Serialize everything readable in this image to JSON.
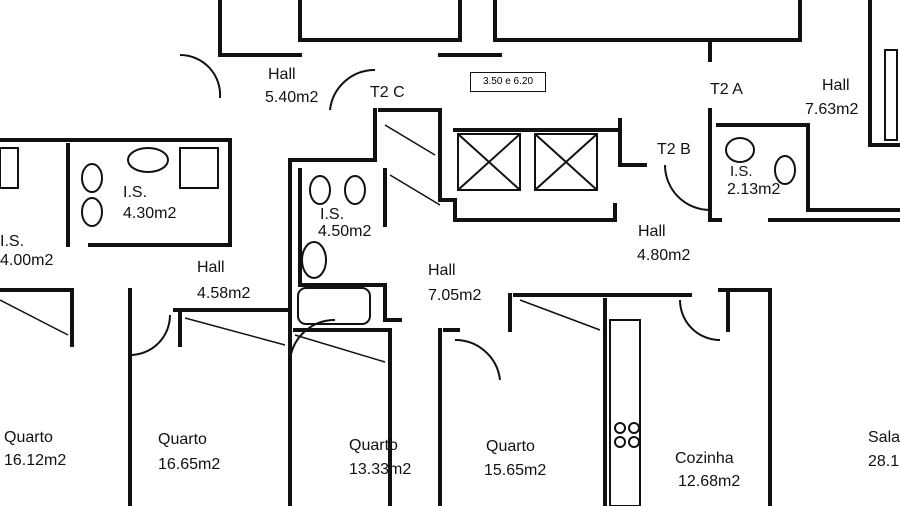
{
  "plan_title": "",
  "dimension_box": "3.50 e 6.20",
  "rooms": [
    {
      "id": "hall-t2c-upper",
      "name": "Hall",
      "area": "5.40m2"
    },
    {
      "id": "t2c",
      "name": "T2 C",
      "area": ""
    },
    {
      "id": "t2a",
      "name": "T2 A",
      "area": ""
    },
    {
      "id": "hall-t2a",
      "name": "Hall",
      "area": "7.63m2"
    },
    {
      "id": "t2b",
      "name": "T2 B",
      "area": ""
    },
    {
      "id": "is-2-13",
      "name": "I.S.",
      "area": "2.13m2"
    },
    {
      "id": "hall-4-80",
      "name": "Hall",
      "area": "4.80m2"
    },
    {
      "id": "is-4-30",
      "name": "I.S.",
      "area": "4.30m2"
    },
    {
      "id": "is-4-00",
      "name": "I.S.",
      "area": "4.00m2"
    },
    {
      "id": "is-4-50",
      "name": "I.S.",
      "area": "4.50m2"
    },
    {
      "id": "hall-4-58",
      "name": "Hall",
      "area": "4.58m2"
    },
    {
      "id": "hall-7-05",
      "name": "Hall",
      "area": "7.05m2"
    },
    {
      "id": "quarto-16-12",
      "name": "Quarto",
      "area": "16.12m2"
    },
    {
      "id": "quarto-16-65",
      "name": "Quarto",
      "area": "16.65m2"
    },
    {
      "id": "quarto-13-33",
      "name": "Quarto",
      "area": "13.33m2"
    },
    {
      "id": "quarto-15-65",
      "name": "Quarto",
      "area": "15.65m2"
    },
    {
      "id": "cozinha",
      "name": "Cozinha",
      "area": "12.68m2"
    },
    {
      "id": "sala",
      "name": "Sala",
      "area": "28.1"
    }
  ],
  "colors": {
    "wall": "#111111",
    "background": "#ffffff"
  }
}
